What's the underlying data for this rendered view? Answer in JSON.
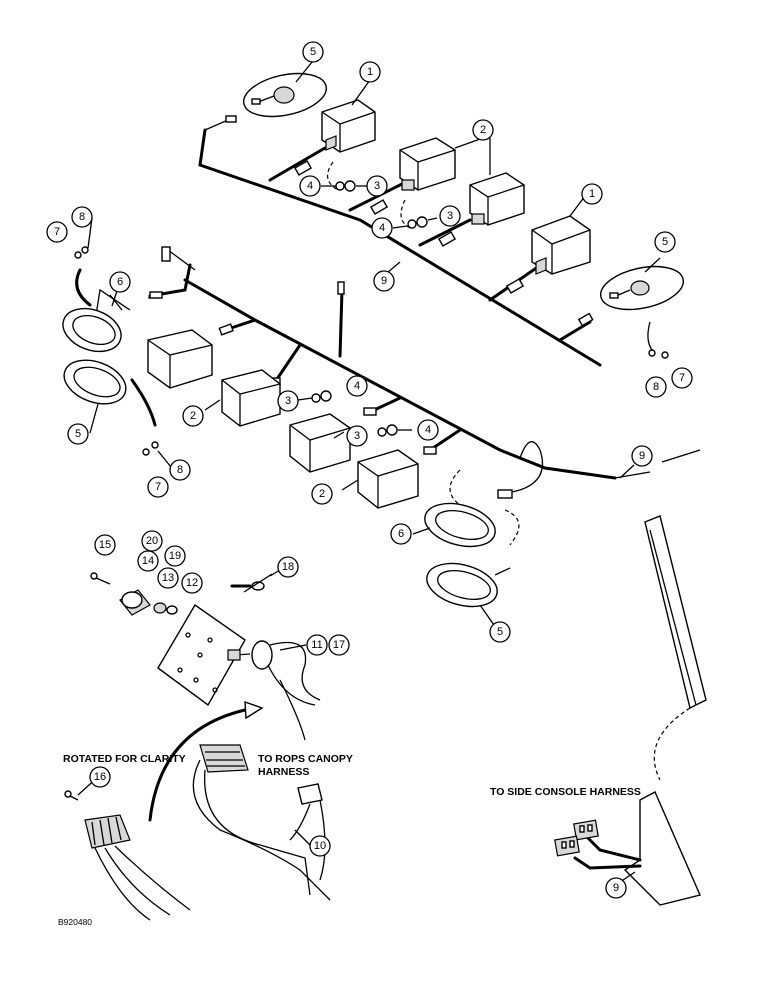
{
  "callouts": {
    "c1a": "1",
    "c1b": "1",
    "c2a": "2",
    "c2b": "2",
    "c2c": "2",
    "c3a": "3",
    "c3b": "3",
    "c3c": "3",
    "c3d": "3",
    "c4a": "4",
    "c4b": "4",
    "c4c": "4",
    "c4d": "4",
    "c5a": "5",
    "c5b": "5",
    "c5c": "5",
    "c5d": "5",
    "c6a": "6",
    "c6b": "6",
    "c7a": "7",
    "c7b": "7",
    "c7c": "7",
    "c8a": "8",
    "c8b": "8",
    "c8c": "8",
    "c9a": "9",
    "c9b": "9",
    "c9c": "9",
    "c10": "10",
    "c11": "11",
    "c12": "12",
    "c13": "13",
    "c14": "14",
    "c15": "15",
    "c16": "16",
    "c17": "17",
    "c18": "18",
    "c19": "19",
    "c20": "20"
  },
  "labels": {
    "rotated": "ROTATED FOR CLARITY",
    "rops_line1": "TO ROPS CANOPY",
    "rops_line2": "HARNESS",
    "side_console": "TO SIDE CONSOLE HARNESS",
    "figure_id": "B920480"
  }
}
